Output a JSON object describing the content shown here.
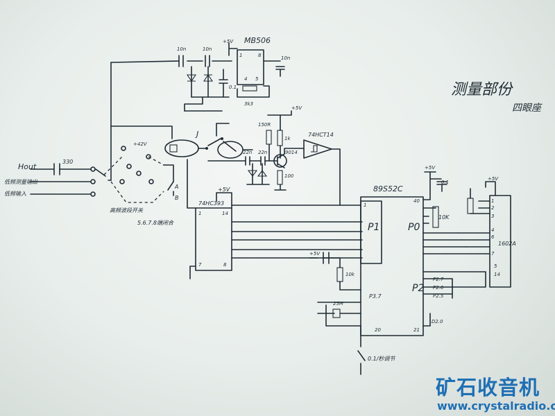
{
  "title": "测量部份",
  "title_note": "四眼座",
  "watermark": {
    "name": "矿石收音机",
    "url": "www.crystalradio.cn",
    "color": "#1f6fb4"
  },
  "inputs": {
    "hout": "Hout",
    "freq_out": "低频测量输出",
    "freq_in": "低频输入"
  },
  "switch_label": "高频波段开关",
  "switch_note": "5.6.7.8端闭合",
  "switch_terms": {
    "a": "A",
    "b": "B",
    "v42": "+42V"
  },
  "parts": {
    "c330": "330",
    "c10n_1": "10n",
    "c10n_2": "10n",
    "c10n_3": "10n",
    "c0_1": "0.1",
    "vcc_mb": "+5V",
    "mb506": "MB506",
    "r3k3": "3k3",
    "mb_pins": [
      "1",
      "8",
      "4",
      "5"
    ],
    "relay": "J",
    "r150": "150R",
    "r1k": "1k",
    "r100": "100",
    "c22n": "22n",
    "c22n_2": "22n",
    "t9014": "9014",
    "vcc_t": "+5V",
    "gate": "74HCT14",
    "vcc_cnt": "+5V",
    "counter": "74HC393",
    "cnt_pins": [
      "1",
      "14",
      "7",
      "8"
    ],
    "mcu": "89S52C",
    "mcu_pins": [
      "1",
      "40",
      "20",
      "21"
    ],
    "p1": "P1",
    "p0": "P0",
    "p2": "P2",
    "p37": "P3.7",
    "p27": "P2.7",
    "p26": "P2.6",
    "p25": "P2.5",
    "p20": "D2.0",
    "vcc_mcu": "+5V",
    "c01": "0.1",
    "r10k_pack": "10K",
    "vcc_rst": "+5V",
    "r10k": "10k",
    "xtal": "25M",
    "key": "0.1/秒调节",
    "vcc_lcd": "+5V",
    "lcd": "1602A",
    "lcd_pins": [
      "1",
      "2",
      "3",
      "4",
      "6",
      "7",
      "5",
      "14"
    ]
  }
}
